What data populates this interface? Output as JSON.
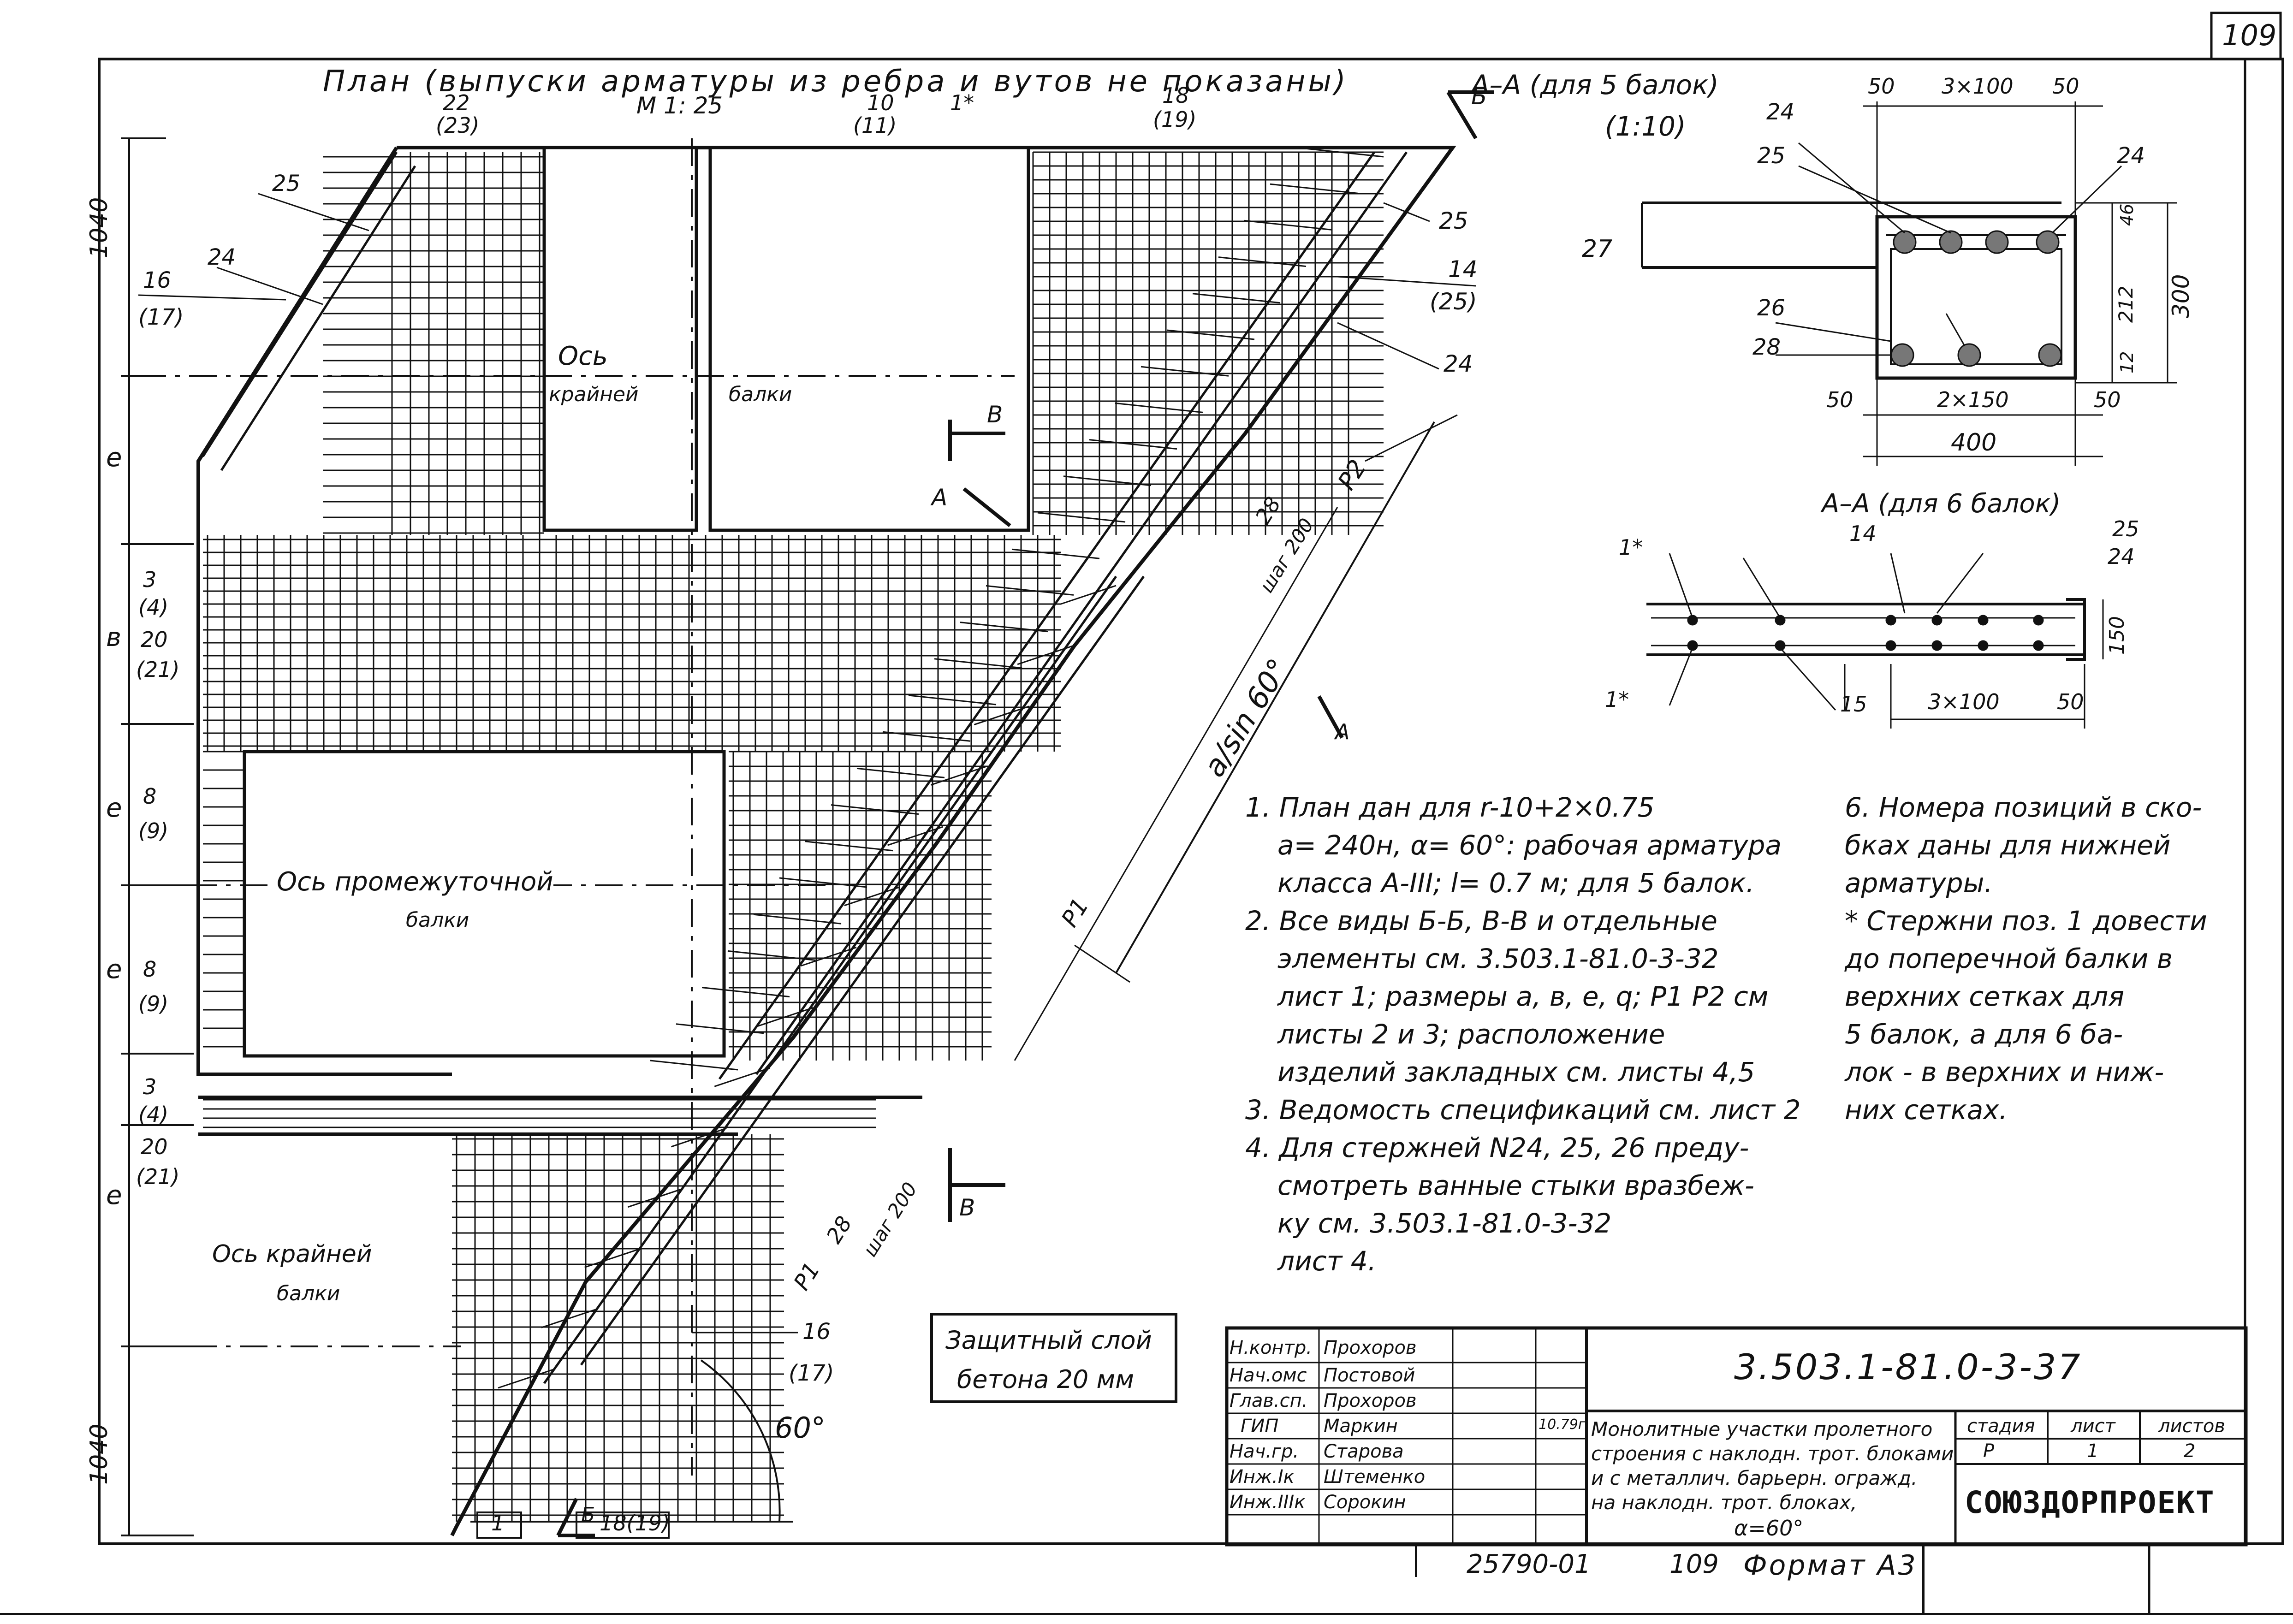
{
  "sheet_number": "109",
  "plan": {
    "title": "План (выпуски арматуры из ребра и вутов не показаны)",
    "scale": "М 1: 25",
    "top_marks": [
      "22",
      "(23)",
      "10",
      "(11)",
      "1*",
      "18",
      "(19)"
    ],
    "left_dims": [
      "1040",
      "e",
      "в",
      "e",
      "e",
      "e",
      "1040"
    ],
    "left_positions": [
      "16",
      "(17)",
      "3",
      "(4)",
      "20",
      "(21)",
      "8",
      "(9)",
      "8",
      "(9)",
      "3",
      "(4)",
      "20",
      "(21)"
    ],
    "labels": {
      "axis_outer_1a": "Ось",
      "axis_outer_1b": "крайней",
      "axis_outer_1c": "балки",
      "axis_mid_a": "Ось промежуточной",
      "axis_mid_b": "балки",
      "axis_outer_2a": "Ось крайней",
      "axis_outer_2b": "балки"
    },
    "right_marks": [
      "25",
      "14",
      "(25)",
      "24",
      "25",
      "24"
    ],
    "diag_marks": [
      "Р2",
      "28",
      "шаг 200",
      "а/sin 60°",
      "Р1",
      "Р1",
      "28",
      "шаг 200"
    ],
    "section_marks": [
      "Б",
      "В",
      "А",
      "А",
      "В",
      "Б"
    ],
    "bottom_marks": [
      "16",
      "(17)",
      "1",
      "18(19)",
      "60°"
    ]
  },
  "section1": {
    "title": "А–А (для 5 балок)",
    "scale": "(1:10)",
    "dims_top": [
      "50",
      "3×100",
      "50"
    ],
    "dims_bottom": [
      "50",
      "2×150",
      "50"
    ],
    "total_width": "400",
    "dims_right": [
      "46",
      "212",
      "12"
    ],
    "total_height": "300",
    "positions": [
      "24",
      "25",
      "24",
      "27",
      "26",
      "28"
    ]
  },
  "section2": {
    "title": "А–А (для 6 балок)",
    "positions": [
      "1*",
      "14",
      "25",
      "24",
      "1*",
      "15"
    ],
    "dims": [
      "3×100",
      "50",
      "150"
    ]
  },
  "notes_left": [
    "1. План дан для r-10+2×0.75",
    "а= 240н, α= 60°: рабочая арматура",
    "класса А-III; l= 0.7 м; для 5 балок.",
    "2. Все виды Б-Б, В-В и отдельные",
    "элементы см. 3.503.1-81.0-3-32",
    "лист 1; размеры а, в, e, q; Р1 Р2 см",
    "листы 2 и 3; расположение",
    "изделий закладных см. листы 4,5",
    "3. Ведомость спецификаций см. лист 2",
    "4. Для стержней N24, 25, 26 преду-",
    "смотреть ванные стыки вразбеж-",
    "ку см. 3.503.1-81.0-3-32",
    "лист 4."
  ],
  "notes_right": [
    "6. Номера позиций в ско-",
    "бках даны для нижней",
    "арматуры.",
    "* Стержни поз. 1 довести",
    "до поперечной балки в",
    "верхних сетках для",
    "5 балок, а для 6 ба-",
    "лок - в верхних и ниж-",
    "них сетках."
  ],
  "cover_note": [
    "Защитный слой",
    "бетона 20 мм"
  ],
  "title_block": {
    "code": "3.503.1-81.0-3-37",
    "roles": [
      "Н.контр.",
      "Нач.омс",
      "Глав.сп.",
      "ГИП",
      "Нач.гр.",
      "Инж.Iк",
      "Инж.IIIк"
    ],
    "names": [
      "Прохоров",
      "Постовой",
      "Прохоров",
      "Маркин",
      "Старова",
      "Штеменко",
      "Сорокин"
    ],
    "date": "10.79г.",
    "description": [
      "Монолитные участки пролетного",
      "строения с наклодн. трот. блоками",
      "и с металлич. барьерн. огражд.",
      "на наклодн. трот. блоках,",
      "α=60°"
    ],
    "headers": [
      "стадия",
      "лист",
      "листов"
    ],
    "values": [
      "Р",
      "1",
      "2"
    ],
    "organization": "СОЮЗДОРПРОЕКТ"
  },
  "footer": {
    "inventory": "25790-01",
    "page": "109",
    "format": "Формат А3"
  }
}
